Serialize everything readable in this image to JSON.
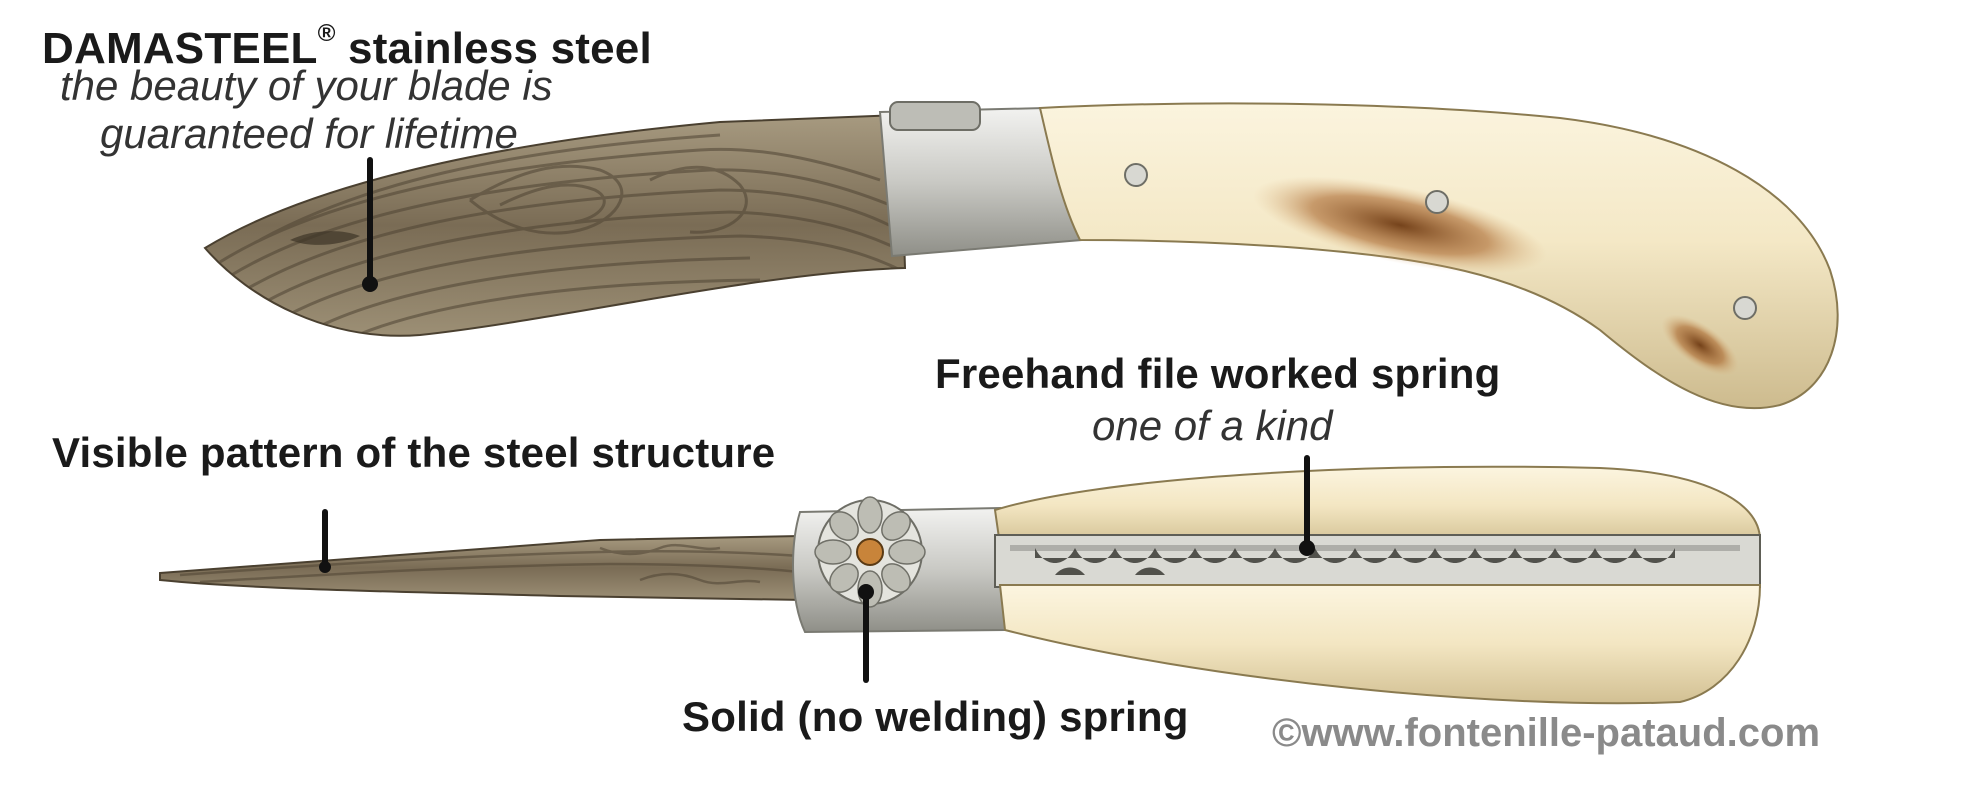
{
  "annotations": {
    "damasteel": {
      "title_main": "DAMASTEEL",
      "title_mark": "®",
      "title_rest": " stainless steel",
      "line1": "the beauty of your blade is",
      "line2": "guaranteed for lifetime"
    },
    "freehand": {
      "title": "Freehand file worked spring",
      "subtitle": "one of a kind"
    },
    "pattern": {
      "title": "Visible pattern of the steel structure"
    },
    "spring": {
      "title": "Solid (no welding) spring"
    }
  },
  "watermark": "©www.fontenille-pataud.com",
  "colors": {
    "text": "#1a1a1a",
    "italic_text": "#333333",
    "watermark": "#8a8a8a",
    "ivory_handle": "#f2e6c4",
    "damascus_steel": "#8c7c62",
    "bolster_steel": "#cfcfcf",
    "stain": "#8a4a18"
  },
  "icons": [
    "knife-top-open",
    "knife-bottom-side",
    "rivet",
    "rosette"
  ]
}
